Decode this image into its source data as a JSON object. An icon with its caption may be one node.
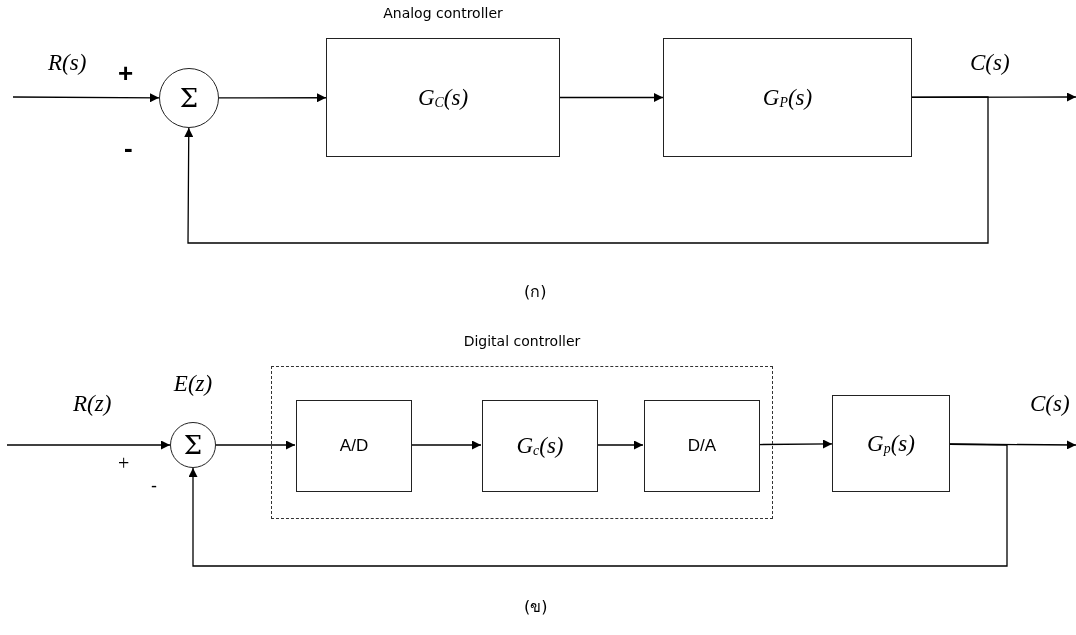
{
  "diagram": {
    "nodes": [
      {
        "text": [
          "Σ"
        ]
      },
      {
        "text": [
          "G$_{C}$(s)"
        ],
        "beside": [
          "Analog controller"
        ]
      },
      {
        "text": [
          "G$_{P}$(s)"
        ]
      },
      {
        "text": [
          "Digital controller"
        ]
      },
      {
        "text": [
          "Σ"
        ],
        "beside": [
          "E(z)"
        ]
      },
      {
        "text": [
          "A/D"
        ],
        "in": 3
      },
      {
        "text": [
          "G$_{c}$(s)"
        ],
        "in": 3
      },
      {
        "text": [
          "D/A"
        ],
        "in": 3
      },
      {
        "text": [
          "G$_{p}$(s)"
        ]
      }
    ],
    "edges": [
      {
        "from": null,
        "to": 0,
        "arrow": "to",
        "label": "R(s)"
      },
      {
        "from": 0,
        "to": 1,
        "arrow": "to"
      },
      {
        "from": 1,
        "to": 2,
        "arrow": "to"
      },
      {
        "from": 2,
        "to": null,
        "arrow": "to",
        "label": "C(s)"
      },
      {
        "from": 2,
        "to": 0,
        "arrow": "to"
      },
      {
        "from": null,
        "to": 4,
        "arrow": "to",
        "label": "R(z)"
      },
      {
        "from": 4,
        "to": 5,
        "arrow": "to"
      },
      {
        "from": 5,
        "to": 6,
        "arrow": "to"
      },
      {
        "from": 6,
        "to": 7,
        "arrow": "to"
      },
      {
        "from": 7,
        "to": 8,
        "arrow": "to"
      },
      {
        "from": 8,
        "to": null,
        "arrow": "to",
        "label": "C(s)"
      },
      {
        "from": 8,
        "to": 4,
        "arrow": "to"
      }
    ],
    "labels": [
      "+",
      "-",
      "(ก)",
      "+",
      "-",
      "(ข)"
    ]
  }
}
